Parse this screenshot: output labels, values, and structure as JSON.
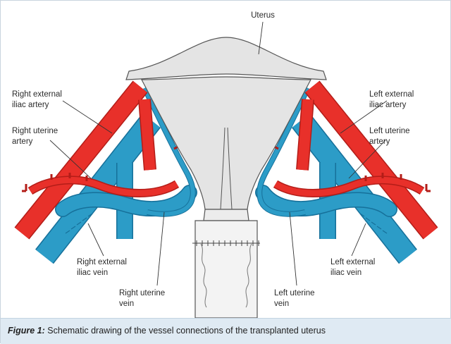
{
  "colors": {
    "artery": "#e8302a",
    "artery_outline": "#b31d18",
    "vein": "#2c9cc7",
    "vein_outline": "#16709a",
    "uterus_fill": "#e4e4e4",
    "uterus_outline": "#555555",
    "caption_bg": "#dfeaf3"
  },
  "labels": {
    "uterus": "Uterus",
    "right_external_iliac_artery": [
      "Right external",
      "iliac artery"
    ],
    "right_uterine_artery": [
      "Right uterine",
      "artery"
    ],
    "right_external_iliac_vein": [
      "Right external",
      "iliac vein"
    ],
    "right_uterine_vein": [
      "Right uterine",
      "vein"
    ],
    "left_external_iliac_artery": [
      "Left external",
      "iliac artery"
    ],
    "left_uterine_artery": [
      "Left uterine",
      "artery"
    ],
    "left_external_iliac_vein": [
      "Left external",
      "iliac vein"
    ],
    "left_uterine_vein": [
      "Left uterine",
      "vein"
    ]
  },
  "caption": {
    "figure_label": "Figure 1:",
    "text": " Schematic drawing of the vessel connections of the transplanted uterus"
  }
}
